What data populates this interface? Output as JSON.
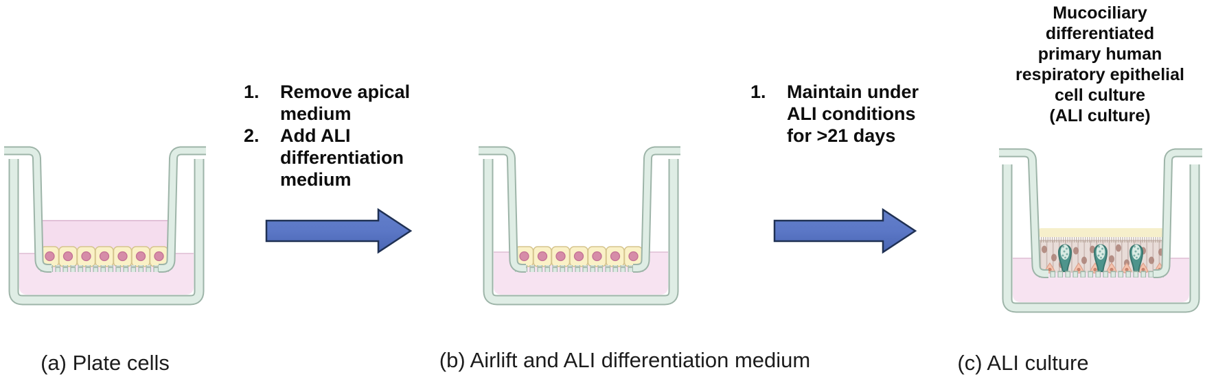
{
  "figure": {
    "step_arrow_1": {
      "label_items": [
        {
          "num": "1.",
          "text": "Remove apical\nmedium"
        },
        {
          "num": "2.",
          "text": "Add ALI\ndifferentiation\nmedium"
        }
      ]
    },
    "step_arrow_2": {
      "label_items": [
        {
          "num": "1.",
          "text": "Maintain under\nALI conditions\nfor >21 days"
        }
      ]
    },
    "panel_c_title": "Mucociliary\ndifferentiated\nprimary human\nrespiratory epithelial\ncell culture\n(ALI culture)",
    "captions": {
      "a": "(a) Plate cells",
      "b": "(b) Airlift and ALI differentiation medium",
      "c": "(c) ALI culture"
    }
  },
  "colors": {
    "arrow_fill": "#5272C3",
    "arrow_border": "#1F3053",
    "well_wall_fill": "#DFEDE5",
    "well_wall_stroke": "#9DB4A8",
    "basal_medium_pink": "#F7E3F1",
    "apical_medium_pink": "#F5DDEE",
    "cell_yellow": "#FAF1C7",
    "cell_border": "#D5C48D",
    "nucleus_pink": "#D68CA8",
    "mucus_yellow": "#F6EFCB",
    "goblet_teal": "#4E948C",
    "columnar_cell_beige": "#E8DCD8",
    "basal_cell_orange": "#F5C3AE",
    "text_black": "#0D0D0D"
  }
}
